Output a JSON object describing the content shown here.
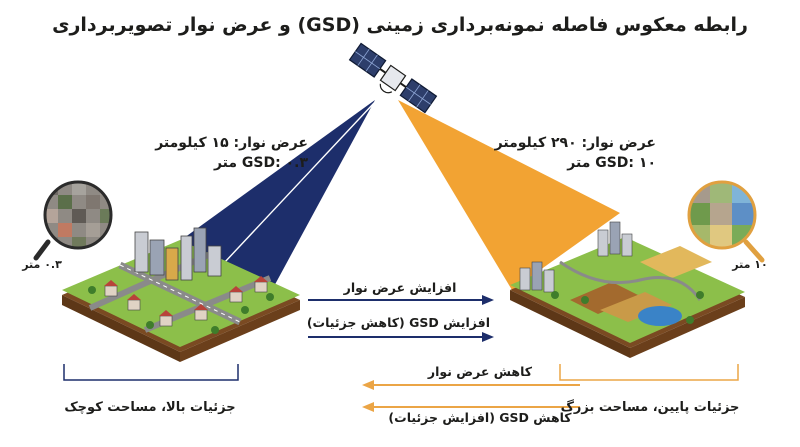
{
  "title": "رابطه معکوس فاصله نمونه‌برداری زمینی (GSD) و عرض نوار تصویربرداری",
  "left": {
    "swath": "عرض نوار: ۱۵ کیلومتر",
    "gsd": "GSD: ۰.۳ متر",
    "lens_label": "۰.۳ متر",
    "bottom_label": "جزئیات بالا، مساحت کوچک",
    "beam_color": "#1d2e6b"
  },
  "right": {
    "swath": "عرض نوار: ۲۹۰ کیلومتر",
    "gsd": "GSD: ۱۰ متر",
    "lens_label": "۱۰ متر",
    "bottom_label": "جزئیات پایین، مساحت بزرگ",
    "beam_color": "#f2a333"
  },
  "arrows": {
    "to_right_1": "افزایش عرض نوار",
    "to_right_2": "افزایش GSD (کاهش جزئیات)",
    "to_left_1": "کاهش عرض نوار",
    "to_left_2": "کاهش GSD (افزایش جزئیات)",
    "navy": "#1d2e6b",
    "orange": "#eba546"
  }
}
